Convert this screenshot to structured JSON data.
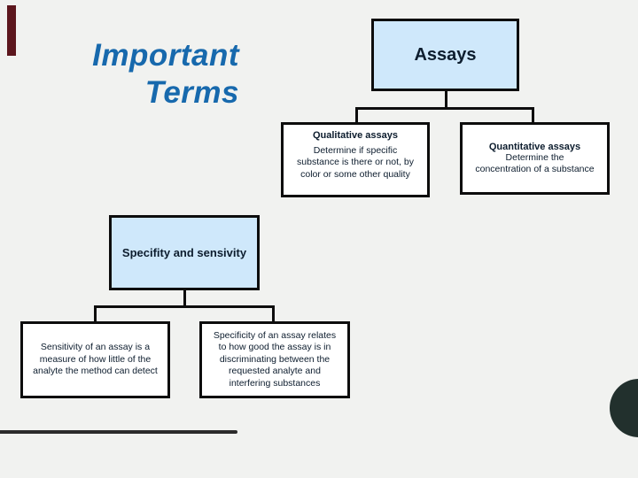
{
  "title": {
    "line1": "Important",
    "line2": "Terms"
  },
  "assays_tree": {
    "root_label": "Assays",
    "qualitative": {
      "heading": "Qualitative assays",
      "body": "Determine if  specific\nsubstance is there or not, by\ncolor or some other quality"
    },
    "quantitative": {
      "heading": "Quantitative assays",
      "body": "Determine the\nconcentration of a substance"
    }
  },
  "specificity_tree": {
    "root_label": "Specifity and sensivity",
    "sensitivity_body": "Sensitivity of an assay is a\nmeasure of how little of the\nanalyte the method can detect",
    "specificity_body": "Specificity of an assay relates\nto how good the assay is in\ndiscriminating between the\nrequested analyte and\ninterfering substances"
  },
  "colors": {
    "background": "#f1f2f0",
    "title_blue": "#1769ad",
    "box_fill_blue": "#cfe8fb",
    "box_border": "#0d0d0d",
    "box_text": "#0d1d2e",
    "accent_bar_maroon": "#5c161d",
    "bottom_rule_gray": "#2b2b2b",
    "corner_circle_teal": "#22302d"
  }
}
